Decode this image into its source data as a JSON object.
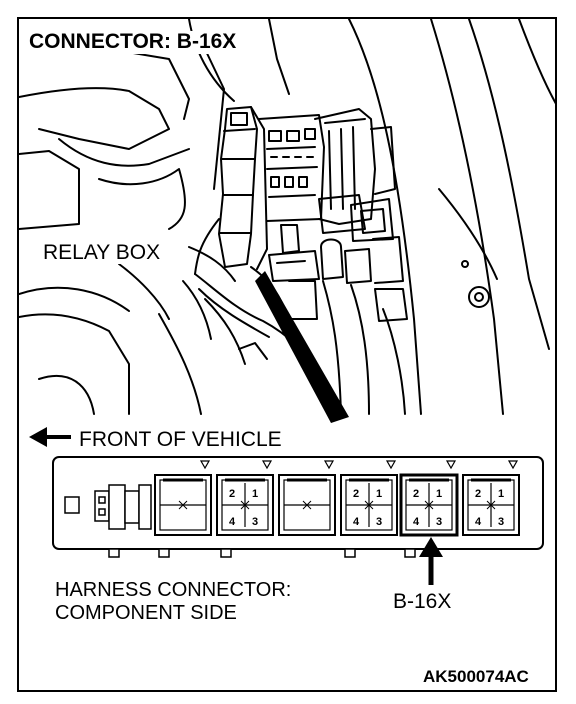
{
  "diagram": {
    "title": "CONNECTOR: B-16X",
    "relay_box_label": "RELAY BOX",
    "front_label": "FRONT OF VEHICLE",
    "harness_line1": "HARNESS CONNECTOR:",
    "harness_line2": "COMPONENT SIDE",
    "connector_label": "B-16X",
    "code": "AK500074AC",
    "pins": [
      "2",
      "1",
      "4",
      "3"
    ]
  }
}
